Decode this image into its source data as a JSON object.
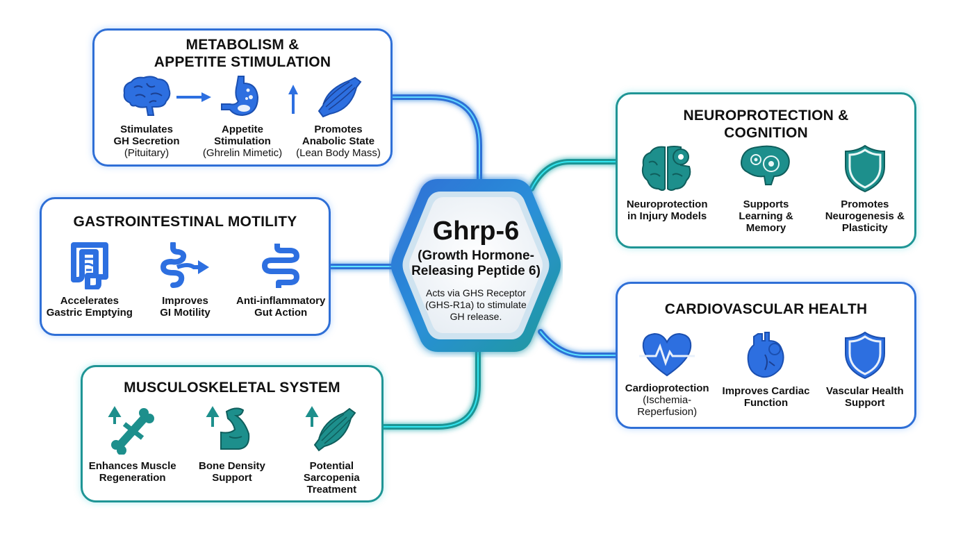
{
  "colors": {
    "blue": "#2f6fd6",
    "teal": "#1f9595",
    "glow_cyan": "#33e6f0",
    "icon_blue": "#2d6fe0",
    "icon_teal": "#1d8f8c"
  },
  "hub": {
    "title": "Ghrp-6",
    "subtitle_line1": "(Growth Hormone-",
    "subtitle_line2": "Releasing Peptide 6)",
    "desc_line1": "Acts via GHS Receptor",
    "desc_line2": "(GHS-R1a) to stimulate",
    "desc_line3": "GH release."
  },
  "panels": {
    "metabolism": {
      "title_line1": "METABOLISM &",
      "title_line2": "APPETITE STIMULATION",
      "items": [
        {
          "icon": "brain-icon",
          "label_line1": "Stimulates",
          "label_line2": "GH Secretion",
          "sub": "(Pituitary)"
        },
        {
          "icon": "stomach-icon",
          "label_line1": "Appetite",
          "label_line2": "Stimulation",
          "sub": "(Ghrelin Mimetic)"
        },
        {
          "icon": "muscle-icon",
          "label_line1": "Promotes",
          "label_line2": "Anabolic State",
          "sub": "(Lean Body Mass)"
        }
      ]
    },
    "gi": {
      "title": "GASTROINTESTINAL MOTILITY",
      "items": [
        {
          "icon": "colon-icon",
          "label_line1": "Accelerates",
          "label_line2": "Gastric Emptying"
        },
        {
          "icon": "intestine-arrow-icon",
          "label_line1": "Improves",
          "label_line2": "GI Motility"
        },
        {
          "icon": "intestine-icon",
          "label_line1": "Anti-inflammatory",
          "label_line2": "Gut Action"
        }
      ]
    },
    "musculoskeletal": {
      "title": "MUSCULOSKELETAL SYSTEM",
      "items": [
        {
          "icon": "bone-icon",
          "label_line1": "Enhances Muscle",
          "label_line2": "Regeneration"
        },
        {
          "icon": "flexed-arm-icon",
          "label_line1": "Bone Density",
          "label_line2": "Support"
        },
        {
          "icon": "muscle-icon",
          "label_line1": "Potential",
          "label_line2": "Sarcopenia",
          "label_line3": "Treatment"
        }
      ]
    },
    "neuro": {
      "title_line1": "NEUROPROTECTION &",
      "title_line2": "COGNITION",
      "items": [
        {
          "icon": "brain-gear-icon",
          "label_line1": "Neuroprotection",
          "label_line2": "in Injury Models"
        },
        {
          "icon": "head-gears-icon",
          "label_line1": "Supports",
          "label_line2": "Learning &",
          "label_line3": "Memory"
        },
        {
          "icon": "shield-icon",
          "label_line1": "Promotes",
          "label_line2": "Neurogenesis &",
          "label_line3": "Plasticity"
        }
      ]
    },
    "cardio": {
      "title": "CARDIOVASCULAR HEALTH",
      "items": [
        {
          "icon": "heart-pulse-icon",
          "label_line1": "Cardioprotection",
          "sub_line1": "(Ischemia-",
          "sub_line2": "Reperfusion)"
        },
        {
          "icon": "anatomical-heart-icon",
          "label_line1": "Improves Cardiac",
          "label_line2": "Function"
        },
        {
          "icon": "shield-icon",
          "label_line1": "Vascular Health",
          "label_line2": "Support"
        }
      ]
    }
  }
}
